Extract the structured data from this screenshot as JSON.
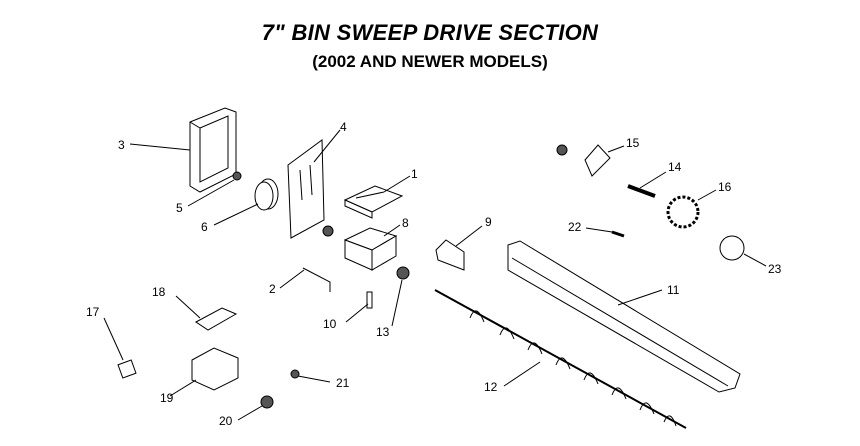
{
  "title": "7\" BIN SWEEP DRIVE SECTION",
  "subtitle": "(2002 AND NEWER MODELS)",
  "callouts": [
    "1",
    "2",
    "3",
    "4",
    "5",
    "6",
    "8",
    "9",
    "10",
    "11",
    "12",
    "13",
    "14",
    "15",
    "16",
    "17",
    "18",
    "19",
    "20",
    "21",
    "22",
    "23"
  ]
}
